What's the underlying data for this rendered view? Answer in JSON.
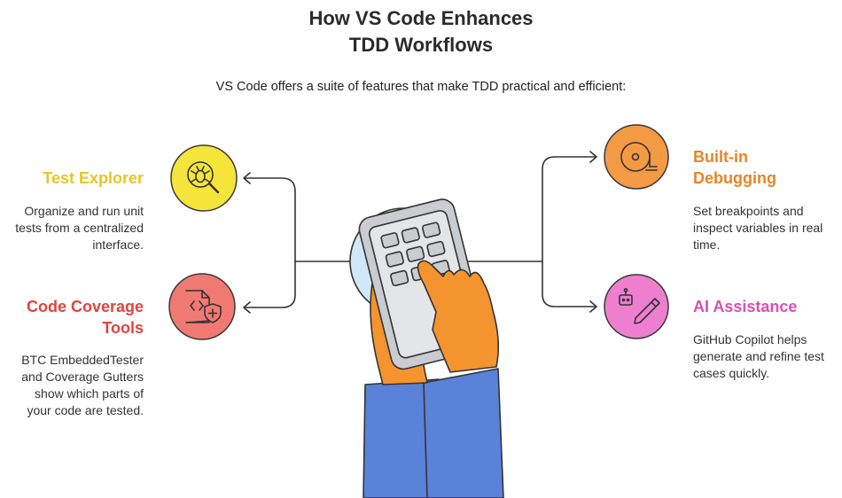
{
  "header": {
    "title_line1": "How VS Code Enhances",
    "title_line2": "TDD Workflows",
    "subtitle": "VS Code offers a suite of features that make TDD practical and efficient:"
  },
  "features": {
    "test_explorer": {
      "title": "Test Explorer",
      "desc_lines": [
        "Organize and run unit",
        "tests from a centralized",
        "interface."
      ],
      "color": "#e6c72a",
      "circle_fill": "#f5e53a",
      "icon": "bug-search-icon"
    },
    "code_coverage": {
      "title_lines": [
        "Code Coverage",
        "Tools"
      ],
      "desc_lines": [
        "BTC EmbeddedTester",
        "and Coverage Gutters",
        "show which parts of",
        "your code are tested."
      ],
      "color": "#e0443e",
      "circle_fill": "#f07a72",
      "icon": "code-file-shield-icon"
    },
    "debugging": {
      "title_lines": [
        "Built-in",
        "Debugging"
      ],
      "desc_lines": [
        "Set breakpoints and",
        "inspect variables in real",
        "time."
      ],
      "color": "#e8852a",
      "circle_fill": "#f49a45",
      "icon": "disc-icon"
    },
    "ai_assistance": {
      "title": "AI Assistance",
      "desc_lines": [
        "GitHub Copilot helps",
        "generate and refine test",
        "cases quickly."
      ],
      "color": "#d94fb4",
      "circle_fill": "#ee7fcf",
      "icon": "robot-pencil-icon"
    }
  },
  "illustration": {
    "icon": "hands-holding-phone-icon",
    "circle_fill": "#cfeaf6"
  }
}
